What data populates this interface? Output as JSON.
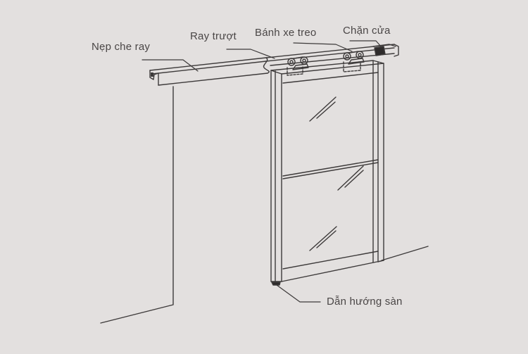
{
  "diagram": {
    "title": "Sliding barn door hardware components",
    "background": "#e3e0df",
    "line_color": "#3d3a3a",
    "labels": {
      "trim": "Nẹp che ray",
      "rail": "Ray trượt",
      "hanging_wheels": "Bánh xe treo",
      "door_stop": "Chặn cửa",
      "floor_guide": "Dẫn hướng sàn"
    }
  }
}
